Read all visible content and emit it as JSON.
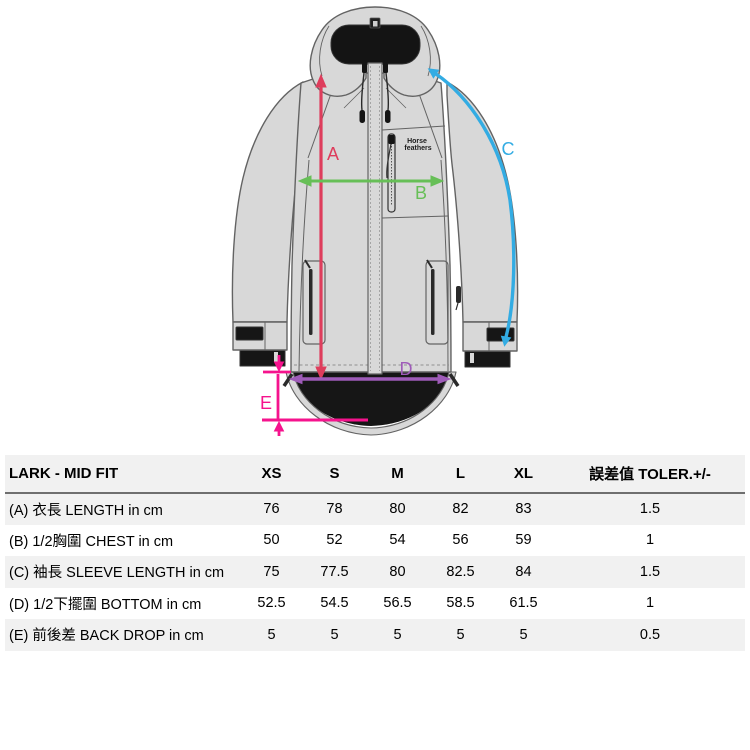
{
  "illustration": {
    "brand_logo": {
      "line1": "Horse",
      "line2": "feathers"
    },
    "measure_labels": {
      "a": "A",
      "b": "B",
      "c": "C",
      "d": "D",
      "e": "E"
    },
    "colors": {
      "length_arrow": "#de3d5c",
      "chest_arrow": "#67bf57",
      "sleeve_arrow": "#33ace3",
      "bottom_arrow": "#9e5bb8",
      "backdrop_arrow": "#f5138d",
      "jacket_fill": "#d8d8d8",
      "jacket_line": "#636363",
      "jacket_dark": "#161616"
    }
  },
  "table": {
    "title": "LARK - MID FIT",
    "columns": [
      "XS",
      "S",
      "M",
      "L",
      "XL"
    ],
    "tolerance_header": "誤差值 TOLER.+/-",
    "rows": [
      {
        "label": "(A) 衣長 LENGTH in cm",
        "values": [
          "76",
          "78",
          "80",
          "82",
          "83"
        ],
        "tolerance": "1.5"
      },
      {
        "label": "(B) 1/2胸圍 CHEST in cm",
        "values": [
          "50",
          "52",
          "54",
          "56",
          "59"
        ],
        "tolerance": "1"
      },
      {
        "label": "(C) 袖長 SLEEVE LENGTH in cm",
        "values": [
          "75",
          "77.5",
          "80",
          "82.5",
          "84"
        ],
        "tolerance": "1.5"
      },
      {
        "label": "(D) 1/2下擺圍 BOTTOM in cm",
        "values": [
          "52.5",
          "54.5",
          "56.5",
          "58.5",
          "61.5"
        ],
        "tolerance": "1"
      },
      {
        "label": "(E) 前後差 BACK DROP in cm",
        "values": [
          "5",
          "5",
          "5",
          "5",
          "5"
        ],
        "tolerance": "0.5"
      }
    ]
  }
}
